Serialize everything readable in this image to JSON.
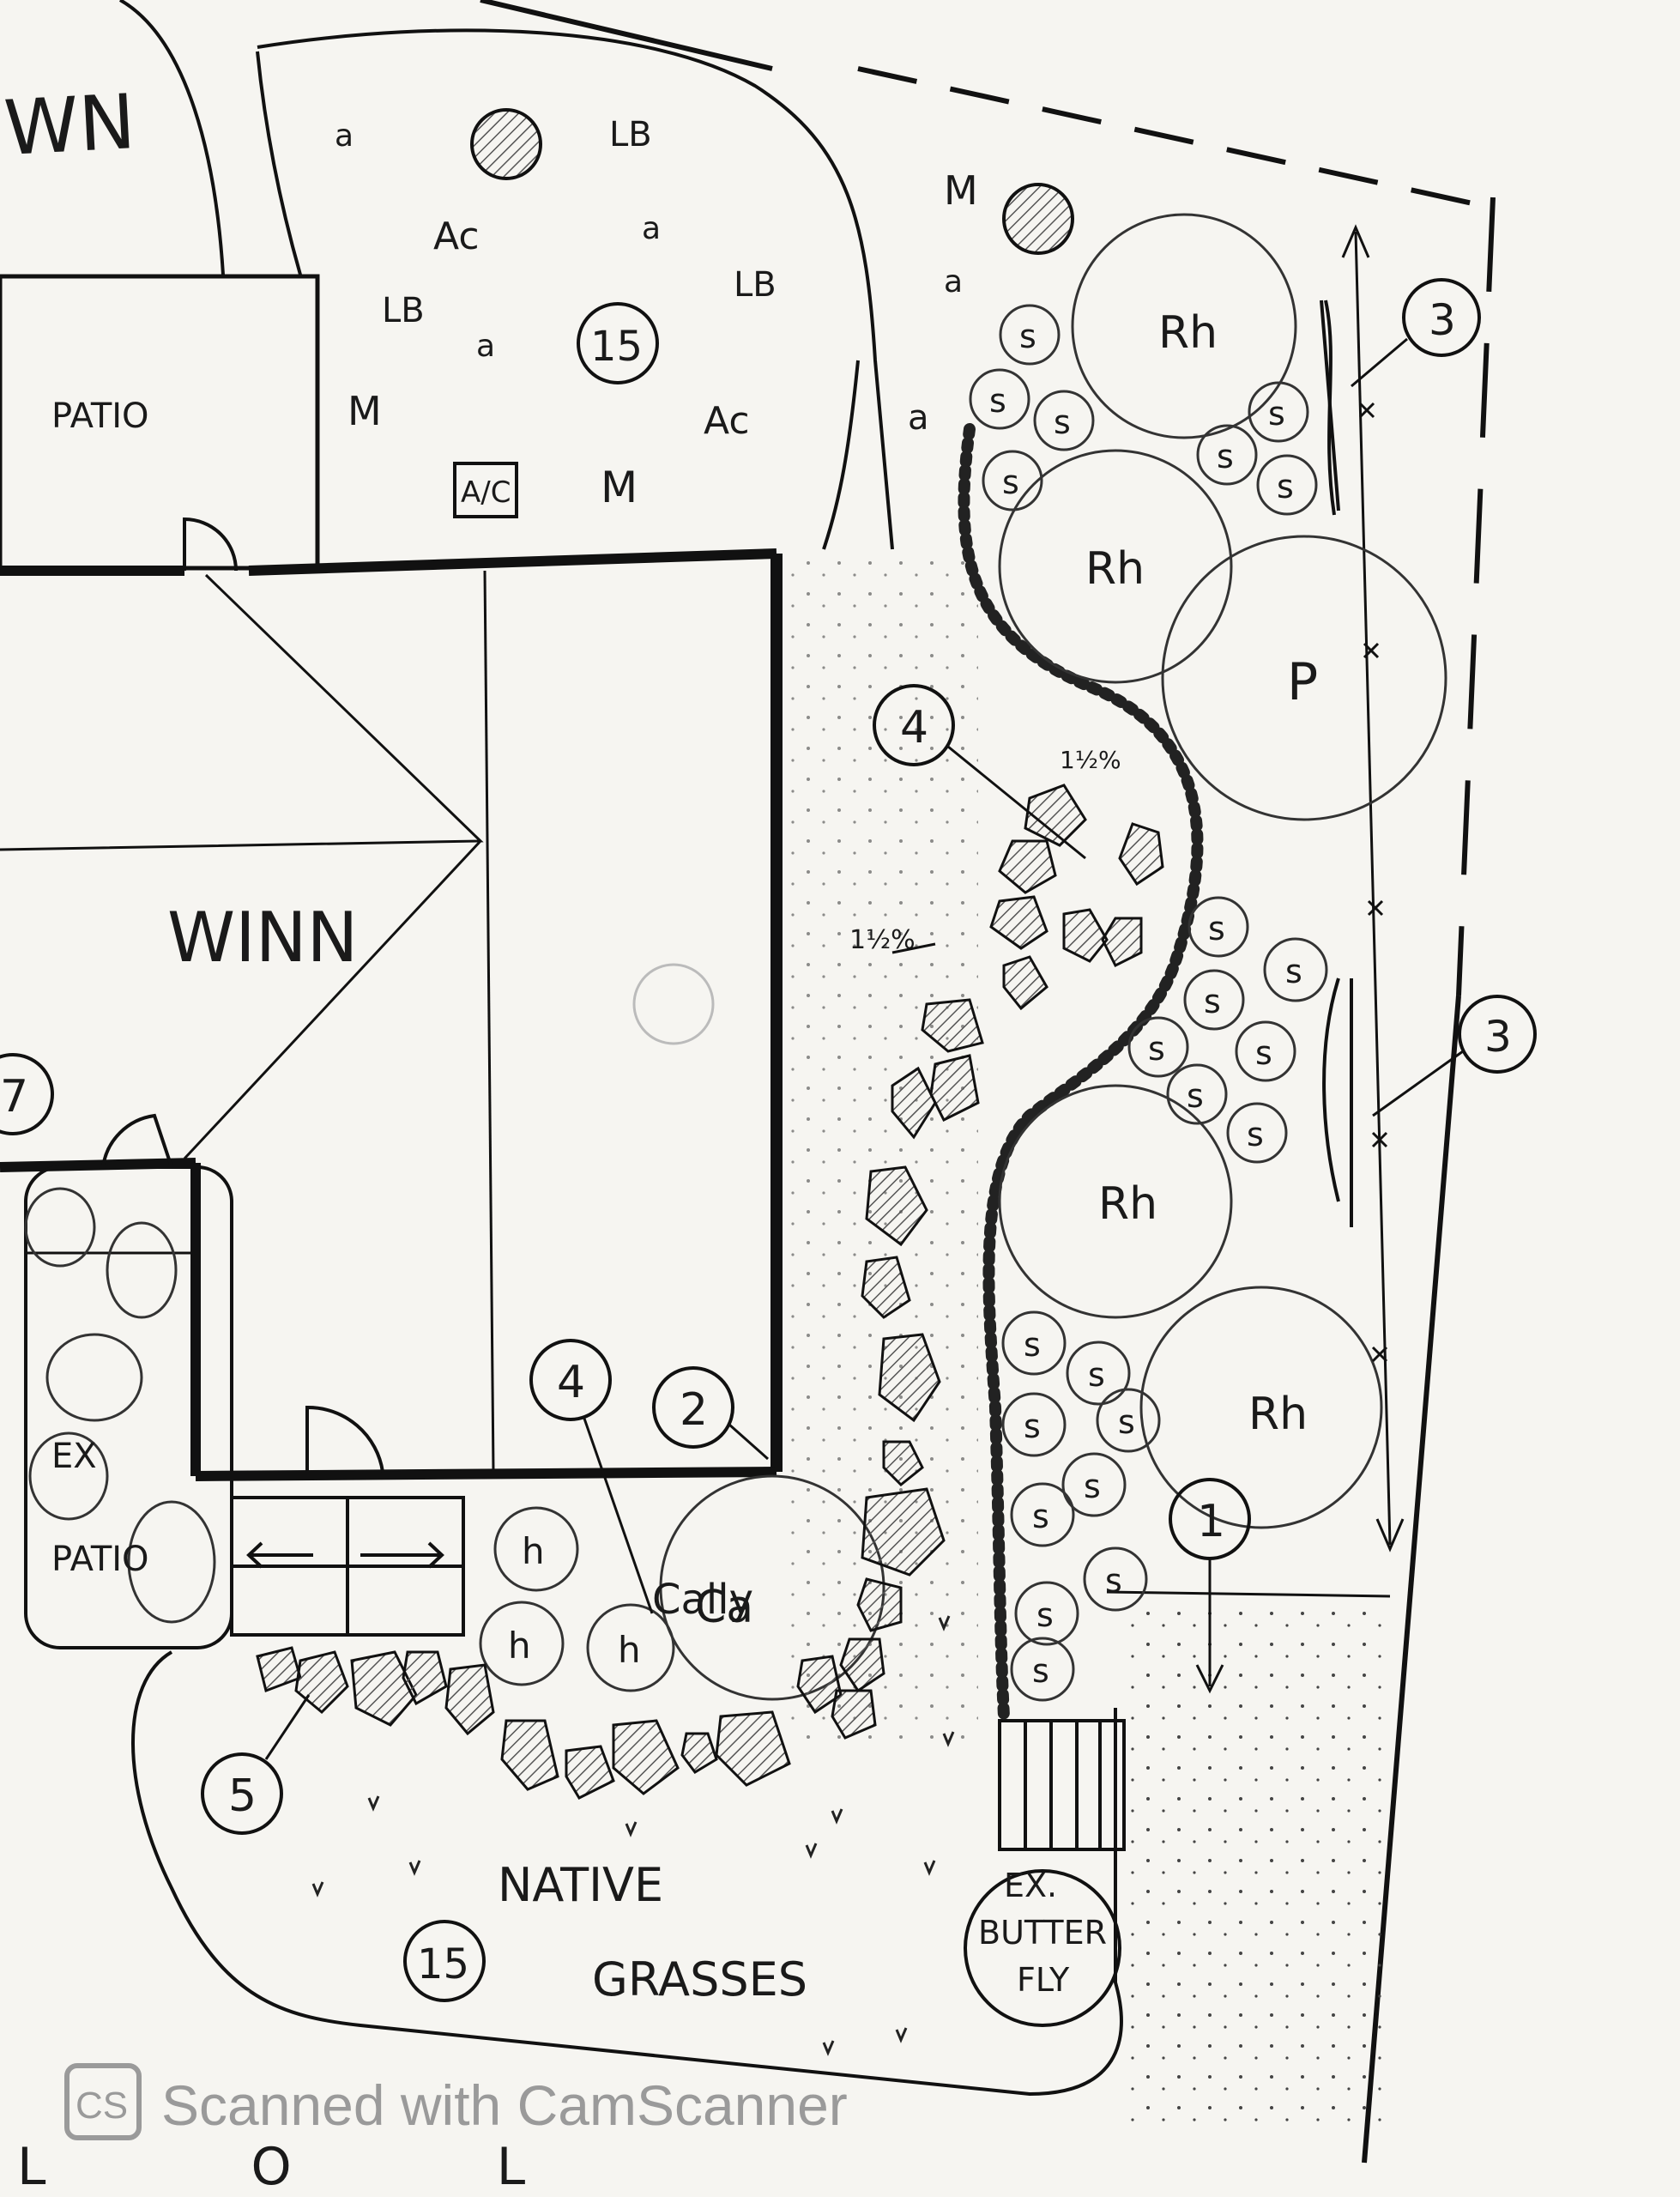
{
  "labels": {
    "lawn_top": "WN",
    "lawn_mid": "WINN",
    "patio_top": "PATIO",
    "patio_bottom": "PATIO",
    "ex": "EX",
    "ac_unit": "A/C",
    "native": "NATIVE",
    "grasses": "GRASSES",
    "butterfly_1": "EX.",
    "butterfly_2": "BUTTER",
    "butterfly_3": "FLY",
    "slope_1": "1½%",
    "slope_2": "1½%",
    "cally": "Ca",
    "cally_ghost": "Cally",
    "bottom_letters": "L O L"
  },
  "plant_codes": {
    "rhododendron": "Rh",
    "pine": "P",
    "shrub_small": "s",
    "acer": "Ac",
    "maple": "M",
    "little_bluestem": "LB",
    "azalea": "a",
    "hosta": "h"
  },
  "callouts": {
    "c1": "1",
    "c2": "2",
    "c3": "3",
    "c4": "4",
    "c5": "5",
    "c7": "7",
    "c15": "15"
  },
  "watermark": {
    "text": "Scanned with CamScanner",
    "icon": "camscanner-logo-icon",
    "icon_text": "CS"
  }
}
